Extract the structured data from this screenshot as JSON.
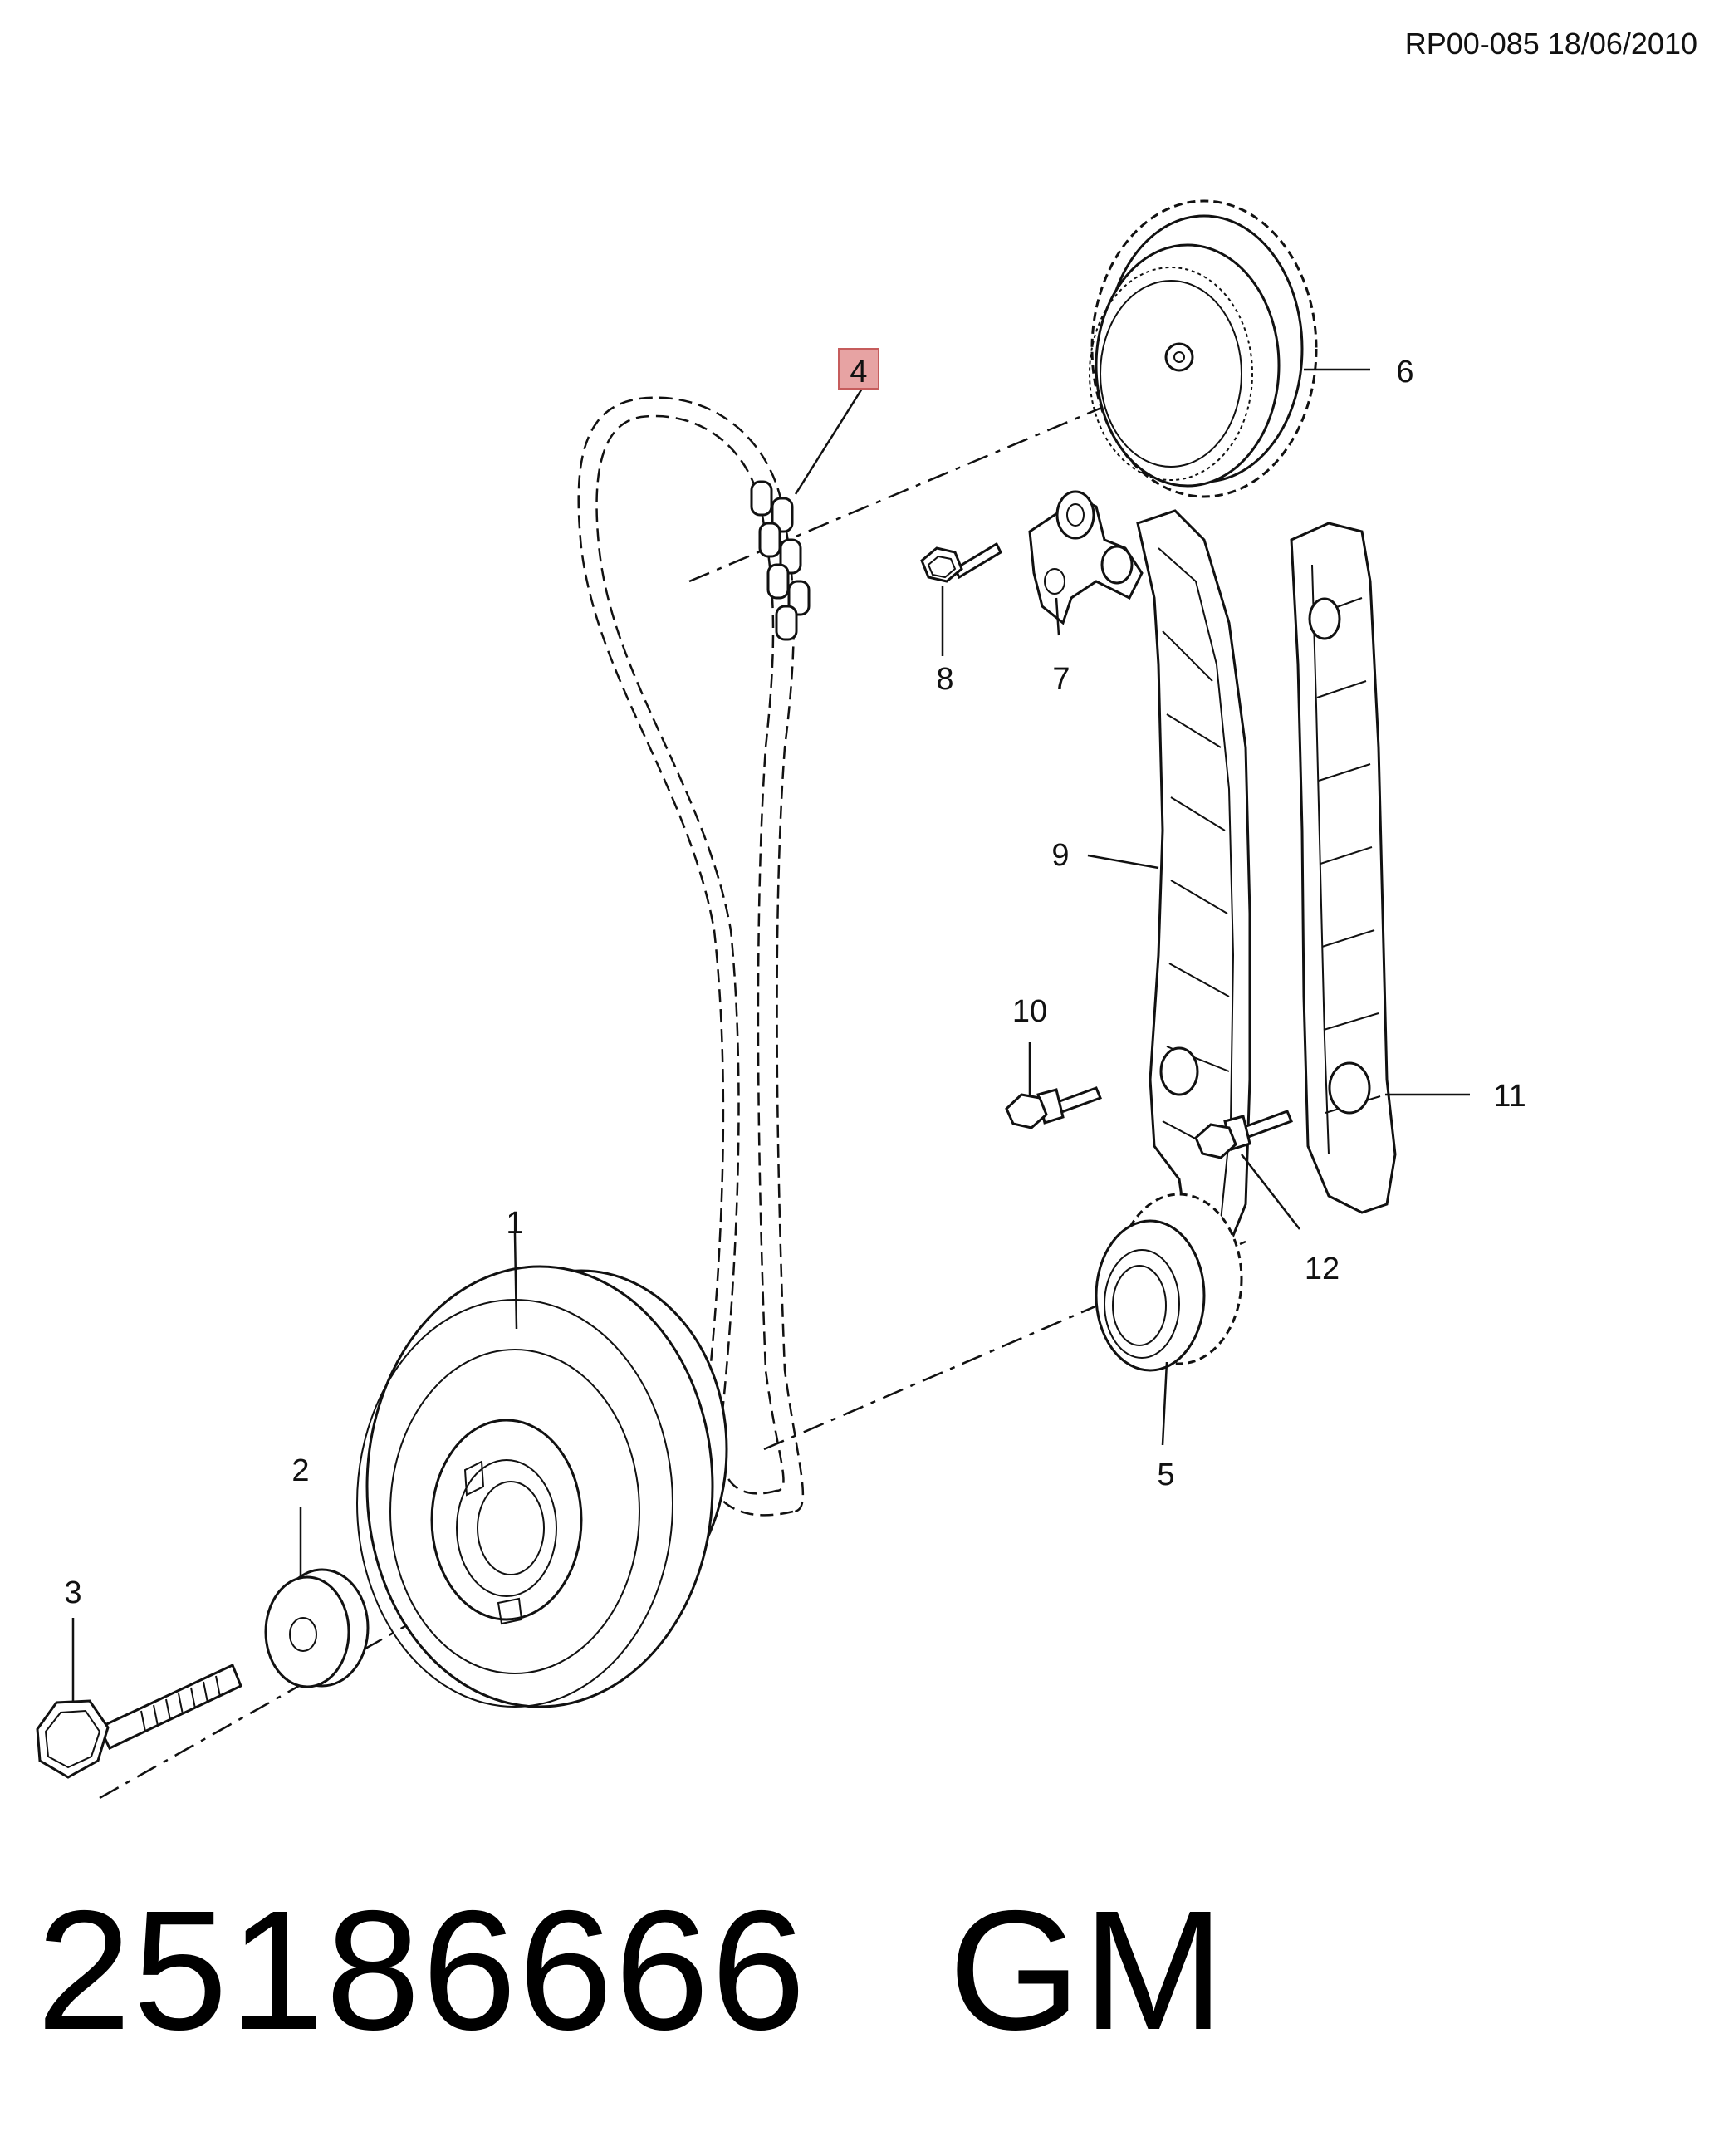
{
  "header": {
    "reference": "RP00-085 18/06/2010"
  },
  "parts": [
    {
      "id": "1",
      "icon": "crankshaft-pulley-icon"
    },
    {
      "id": "2",
      "icon": "washer-icon"
    },
    {
      "id": "3",
      "icon": "bolt-icon"
    },
    {
      "id": "4",
      "icon": "timing-chain-icon",
      "highlighted": true
    },
    {
      "id": "5",
      "icon": "crankshaft-sprocket-icon"
    },
    {
      "id": "6",
      "icon": "camshaft-sprocket-icon"
    },
    {
      "id": "7",
      "icon": "chain-tensioner-icon"
    },
    {
      "id": "8",
      "icon": "bolt-icon"
    },
    {
      "id": "9",
      "icon": "tensioner-guide-rail-icon"
    },
    {
      "id": "10",
      "icon": "bolt-icon"
    },
    {
      "id": "11",
      "icon": "guide-rail-icon"
    },
    {
      "id": "12",
      "icon": "bolt-icon"
    }
  ],
  "highlight_color": "#e7a3a3",
  "footer": {
    "part_number": "25186666",
    "brand": "GM"
  }
}
